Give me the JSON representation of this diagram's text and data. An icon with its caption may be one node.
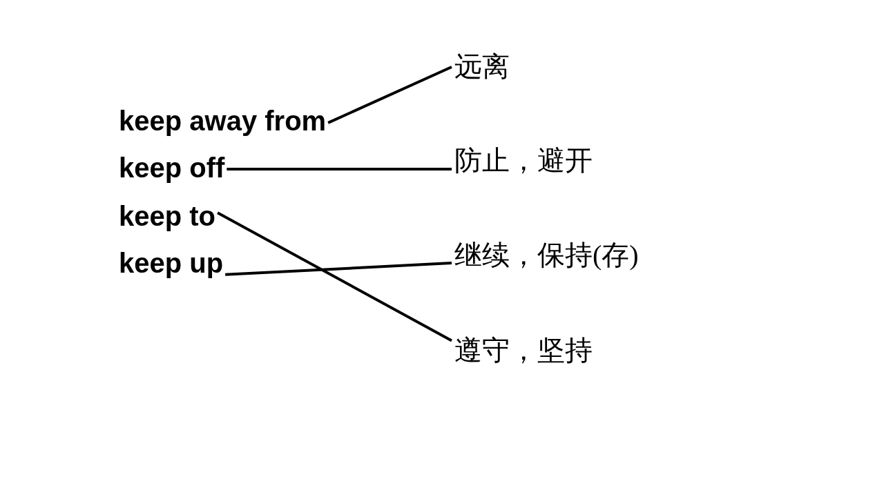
{
  "diagram": {
    "nodes": [
      {
        "text": [
          "keep away from"
        ]
      },
      {
        "text": [
          "keep off"
        ]
      },
      {
        "text": [
          "keep to"
        ]
      },
      {
        "text": [
          "keep up"
        ]
      },
      {
        "text": [
          "远离"
        ]
      },
      {
        "text": [
          "防止，避开"
        ]
      },
      {
        "text": [
          "继续，保持(存)"
        ]
      },
      {
        "text": [
          "遵守，坚持"
        ]
      }
    ],
    "edges": [
      {
        "from": 0,
        "to": 4,
        "arrow": "none"
      },
      {
        "from": 1,
        "to": 5,
        "arrow": "none"
      },
      {
        "from": 2,
        "to": 7,
        "arrow": "none"
      },
      {
        "from": 3,
        "to": 6,
        "arrow": "none"
      }
    ]
  }
}
